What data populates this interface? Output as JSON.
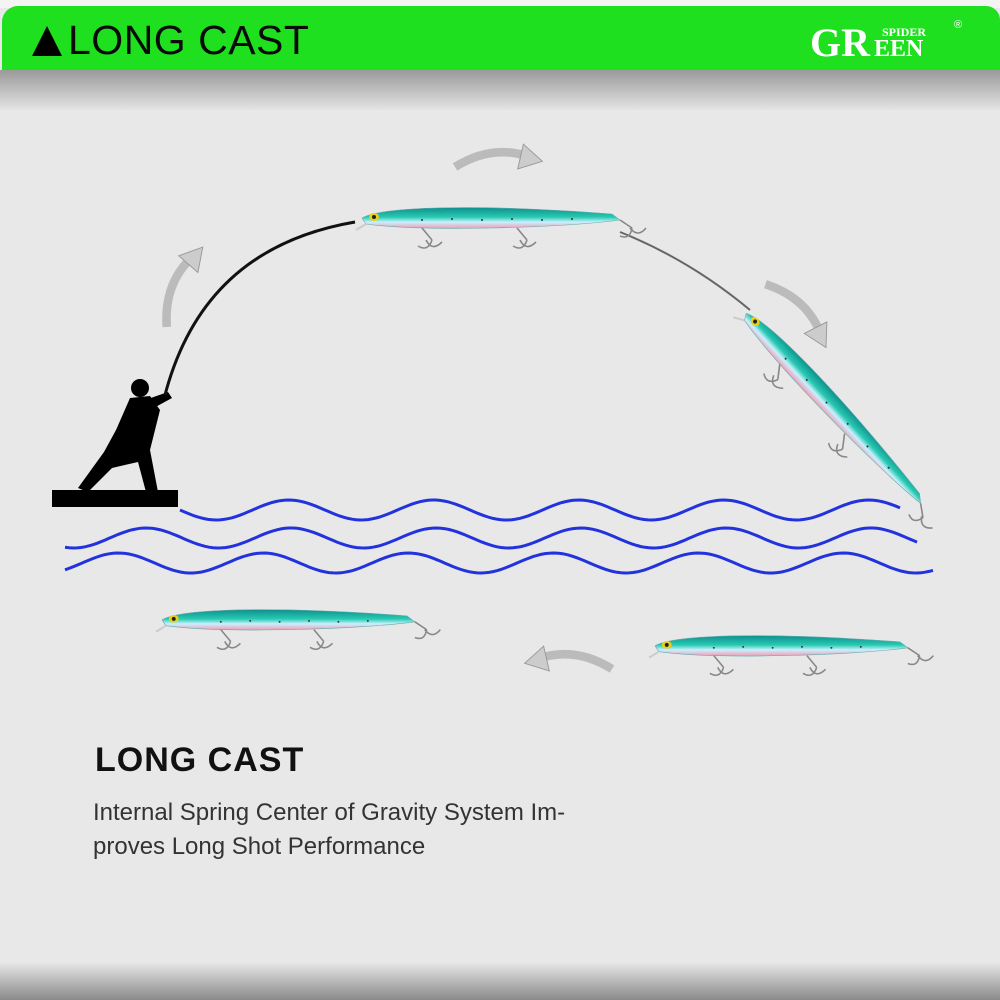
{
  "header": {
    "title": "LONG CAST",
    "title_icon": "triangle-up-icon",
    "background_color": "#1fe01f",
    "logo": {
      "text_main": "GREEN",
      "text_sub": "SPIDER",
      "mark": "®"
    }
  },
  "content": {
    "heading": "LONG CAST",
    "description_lines": [
      "Internal Spring Center of Gravity System Im-",
      "proves Long Shot Performance"
    ]
  },
  "colors": {
    "water": "#2233dd",
    "lure_back": "#1fb6a6",
    "lure_belly": "#f39cb2"
  }
}
